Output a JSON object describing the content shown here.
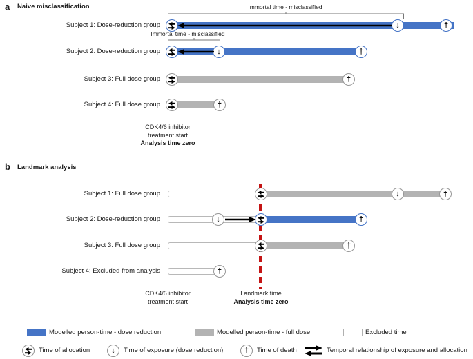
{
  "colors": {
    "dose_reduction_blue": "#4574c6",
    "full_dose_gray": "#b3b3b3",
    "excluded_white": "#ffffff",
    "landmark_red": "#c41414",
    "arrow_black": "#000000"
  },
  "icons": {
    "exposure": "↓",
    "death": "†"
  },
  "panel_a": {
    "letter": "a",
    "title": "Naive misclassification",
    "annotation_row1": "Immortal time - misclassified",
    "annotation_row2": "Immortal time - misclassified",
    "rows": [
      {
        "label": "Subject 1: Dose-reduction group"
      },
      {
        "label": "Subject 2: Dose-reduction group"
      },
      {
        "label": "Subject 3: Full dose group"
      },
      {
        "label": "Subject 4: Full dose group"
      }
    ],
    "axis": {
      "line1": "CDK4/6 inhibitor",
      "line2": "treatment start",
      "line3": "Analysis time zero"
    }
  },
  "panel_b": {
    "letter": "b",
    "title": "Landmark analysis",
    "rows": [
      {
        "label": "Subject 1: Full dose group"
      },
      {
        "label": "Subject 2: Dose-reduction group"
      },
      {
        "label": "Subject 3: Full dose group"
      },
      {
        "label": "Subject 4: Excluded from analysis"
      }
    ],
    "axis_left": {
      "line1": "CDK4/6 inhibitor",
      "line2": "treatment start"
    },
    "axis_right": {
      "line1": "Landmark time",
      "line2": "Analysis time zero"
    }
  },
  "legend": {
    "dose_reduction": "Modelled person-time - dose reduction",
    "full_dose": "Modelled person-time - full dose",
    "excluded": "Excluded time",
    "allocation": "Time of allocation",
    "exposure": "Time of exposure (dose reduction)",
    "death": "Time of death",
    "temporal": "Temporal relationship of exposure and allocation"
  }
}
